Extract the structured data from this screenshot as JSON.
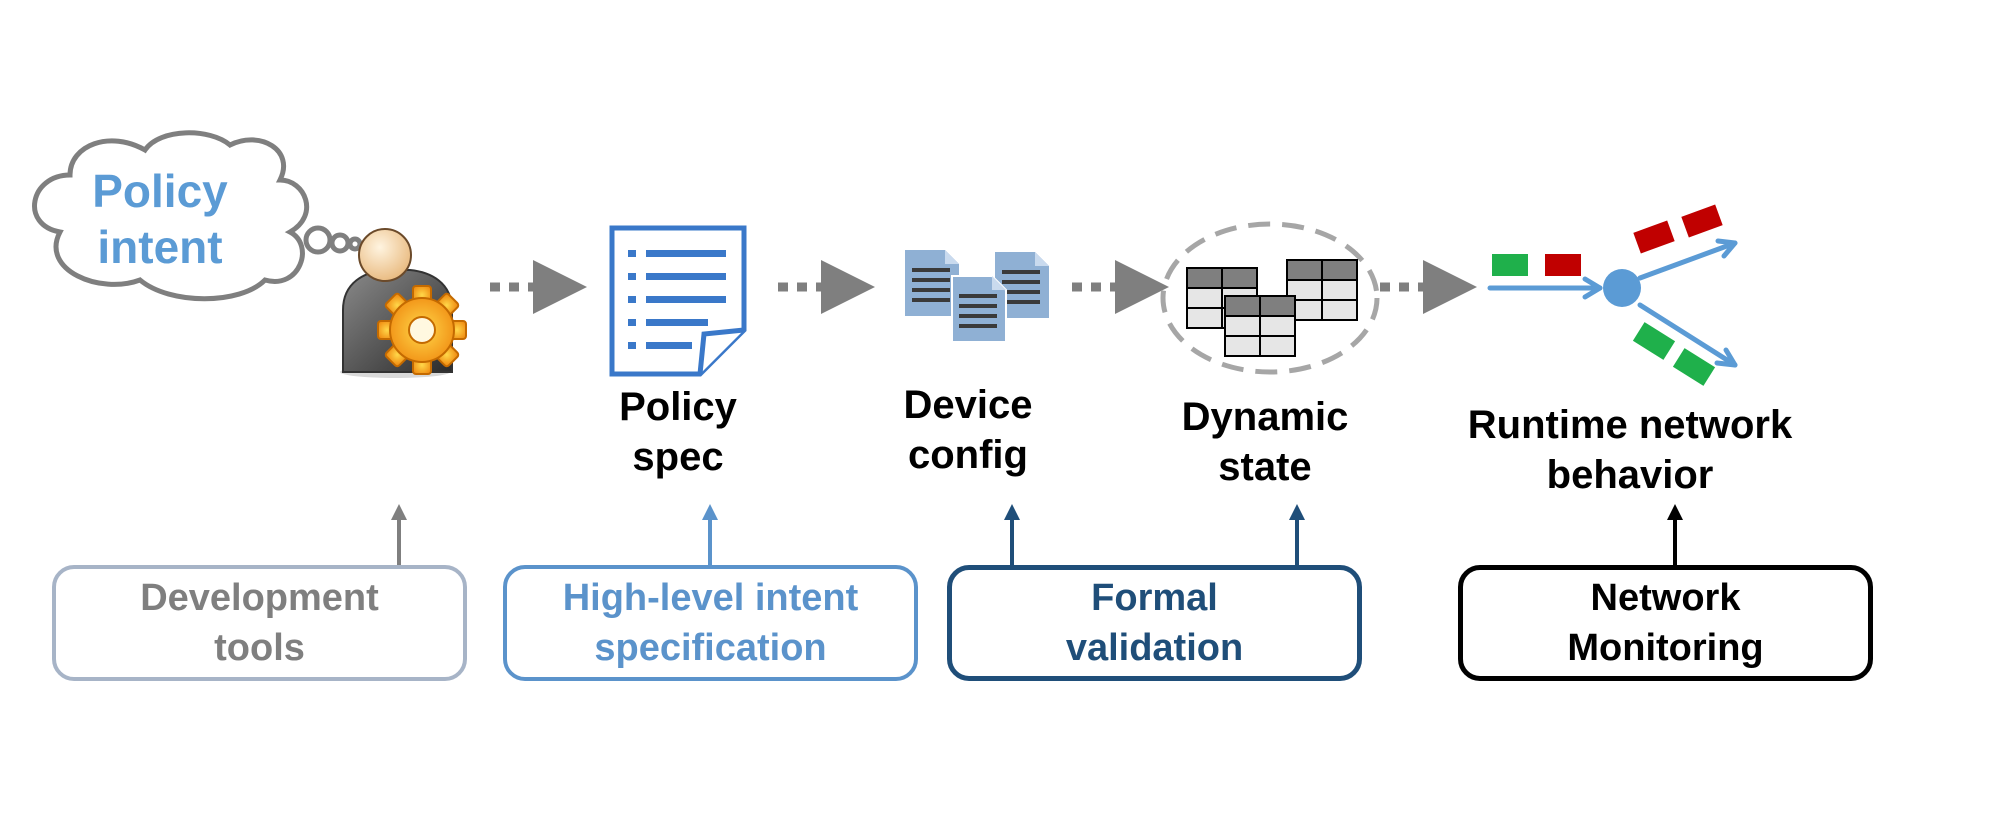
{
  "cloud": {
    "line1": "Policy",
    "line2": "intent"
  },
  "stages": {
    "policy_spec": {
      "line1": "Policy",
      "line2": "spec"
    },
    "device_config": {
      "line1": "Device",
      "line2": "config"
    },
    "dynamic_state": {
      "line1": "Dynamic",
      "line2": "state"
    },
    "runtime": {
      "line1": "Runtime network",
      "line2": "behavior"
    }
  },
  "boxes": {
    "dev_tools": {
      "line1": "Development",
      "line2": "tools",
      "color": "#a7b4c7",
      "text_color": "#7f7f7f"
    },
    "intent_spec": {
      "line1": "High-level intent",
      "line2": "specification",
      "color": "#5b93cb",
      "text_color": "#5b93cb"
    },
    "formal": {
      "line1": "Formal",
      "line2": "validation",
      "color": "#1f4e79",
      "text_color": "#1f4e79"
    },
    "monitoring": {
      "line1": "Network",
      "line2": "Monitoring",
      "color": "#000000",
      "text_color": "#000000"
    }
  },
  "colors": {
    "flow_arrow": "#7f7f7f",
    "doc_blue": "#3a78c9",
    "config_blue": "#8fb0d4",
    "traffic_blue": "#5b9bd5",
    "packet_green": "#1fb04b",
    "packet_red": "#c00000",
    "cloud_text": "#5b9bd5"
  },
  "icons": [
    "thought-cloud-icon",
    "user-gear-icon",
    "document-list-icon",
    "config-files-icon",
    "table-state-icon",
    "packet-routing-icon"
  ]
}
